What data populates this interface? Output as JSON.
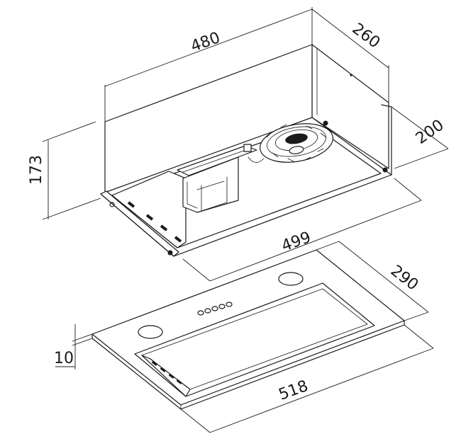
{
  "diagram": {
    "dimensions": {
      "width_top": "480",
      "depth_top": "260",
      "height_body": "173",
      "depth_bottom": "200",
      "width_body": "499",
      "depth_panel": "290",
      "panel_thickness": "10",
      "width_panel": "518"
    }
  }
}
